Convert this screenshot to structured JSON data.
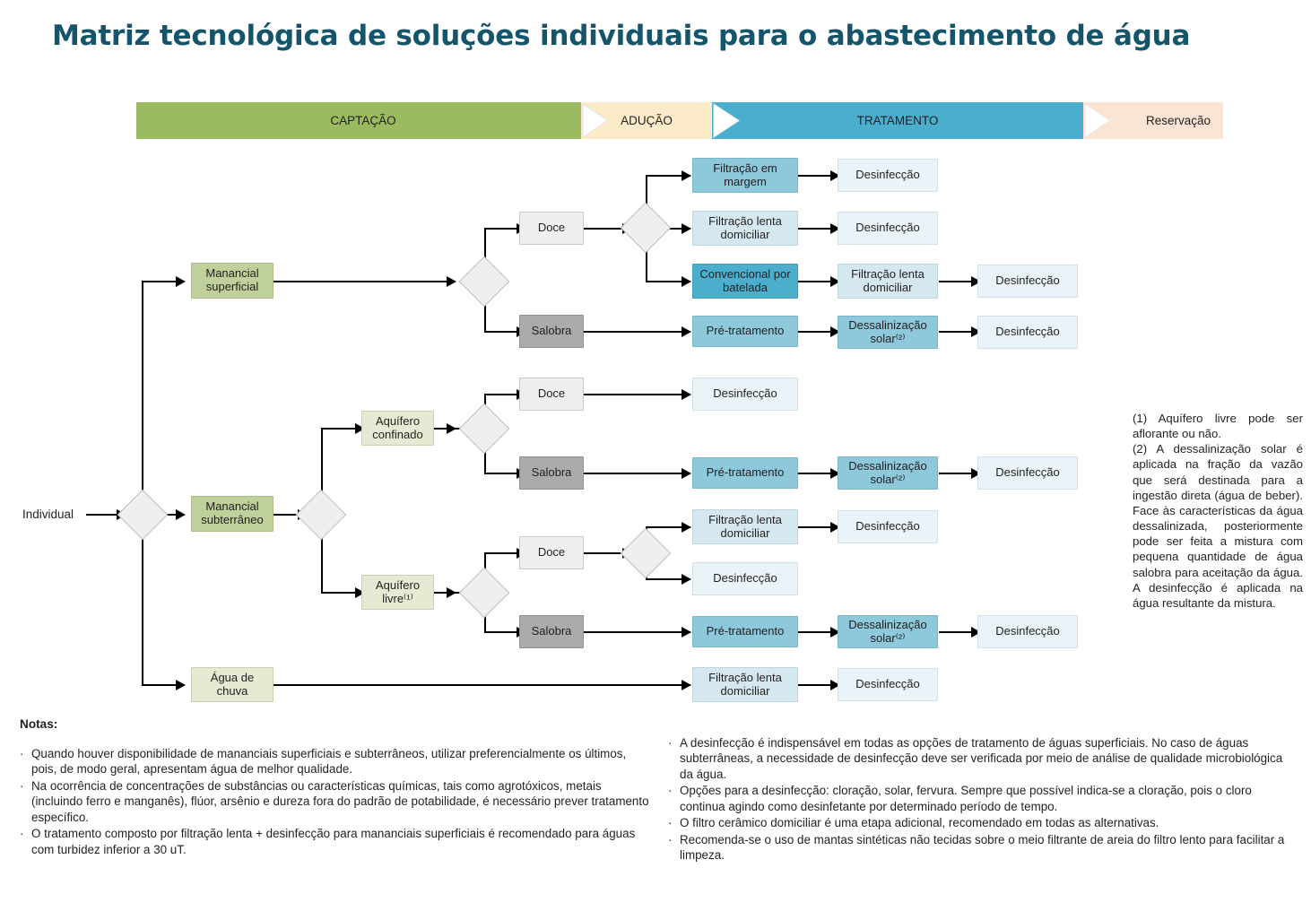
{
  "title": "Matriz tecnológica de soluções individuais para o abastecimento de água",
  "banner": {
    "segments": [
      {
        "id": "captacao",
        "label": "CAPTAÇÃO",
        "color": "#9ABB5F"
      },
      {
        "id": "aducao",
        "label": "ADUÇÃO",
        "color": "#FBEBC8"
      },
      {
        "id": "tratamento",
        "label": "TRATAMENTO",
        "color": "#4BAECD"
      },
      {
        "id": "reservacao",
        "label": "Reservação",
        "color": "#FBE4D4"
      }
    ]
  },
  "diagram": {
    "root_label": "Individual",
    "nodes": {
      "manancial_superficial": "Manancial superficial",
      "manancial_subterraneo": "Manancial subterrâneo",
      "agua_de_chuva": "Água de chuva",
      "aquifero_confinado": "Aquífero confinado",
      "aquifero_livre": "Aquífero livre⁽¹⁾",
      "doce": "Doce",
      "salobra": "Salobra",
      "filtracao_margem": "Filtração em margem",
      "filtracao_lenta": "Filtração lenta domiciliar",
      "convencional_batelada": "Convencional por batelada",
      "pre_tratamento": "Pré-tratamento",
      "dessalinizacao_solar": "Dessalinização solar⁽²⁾",
      "desinfeccao": "Desinfecção"
    },
    "labels": {
      "sup_doce": "Doce",
      "sup_salobra": "Salobra",
      "sup_filtracao_margem": "Filtração em margem",
      "sup_filtracao_lenta": "Filtração lenta domiciliar",
      "sup_convencional": "Convencional por batelada",
      "sup_pre_tratamento": "Pré-tratamento",
      "sup_des1": "Desinfecção",
      "sup_des2": "Desinfecção",
      "sup_flenta2": "Filtração lenta domiciliar",
      "sup_des3": "Desinfecção",
      "sup_dessal": "Dessalinização solar⁽²⁾",
      "sup_des4": "Desinfecção",
      "conf_doce": "Doce",
      "conf_des": "Desinfecção",
      "conf_salobra": "Salobra",
      "conf_pre": "Pré-tratamento",
      "conf_dessal": "Dessalinização solar⁽²⁾",
      "conf_des2": "Desinfecção",
      "livre_doce": "Doce",
      "livre_flenta": "Filtração lenta domiciliar",
      "livre_des1": "Desinfecção",
      "livre_des2": "Desinfecção",
      "livre_salobra": "Salobra",
      "livre_pre": "Pré-tratamento",
      "livre_dessal": "Dessalinização solar⁽²⁾",
      "livre_des3": "Desinfecção",
      "chuva_flenta": "Filtração lenta domiciliar",
      "chuva_des": "Desinfecção"
    },
    "colors": {
      "green_dark": "#BFD09A",
      "green_light": "#E4EBD2",
      "grey_light": "#EFEFEF",
      "grey_dark": "#ABABAB",
      "teal_mid": "#8DC8DB",
      "teal_dark": "#4BAECD",
      "blue_pale": "#D6E8EF",
      "blue_vpale": "#EAF4F8",
      "title": "#15556b"
    }
  },
  "side_notes": {
    "note1": "(1) Aquífero livre pode ser aflorante ou não.",
    "note2": "(2) A dessalinização solar é aplicada na fração da vazão que será destinada para a ingestão direta (água de beber). Face às características da água dessalinizada, posteriormente pode ser feita a mistura com pequena quantidade de água salobra para aceitação da água. A desinfecção é aplicada na água resultante da mistura."
  },
  "notes": {
    "heading": "Notas:",
    "bullet": "·",
    "left": [
      "Quando houver disponibilidade de mananciais superficiais e subterrâneos, utilizar preferencialmente os últimos, pois, de modo geral, apresentam água de melhor qualidade.",
      "Na ocorrência de concentrações de substâncias ou características químicas, tais como agrotóxicos, metais (incluindo ferro e manganês), flúor, arsênio e dureza fora do padrão de potabilidade, é necessário prever tratamento específico.",
      "O tratamento composto por filtração lenta + desinfecção para mananciais superficiais é recomendado para águas com turbidez inferior a 30 uT."
    ],
    "right": [
      "A desinfecção é indispensável em todas as opções de tratamento de águas superficiais. No caso de águas subterrâneas, a necessidade de desinfecção deve ser verificada por meio de análise de qualidade microbiológica da água.",
      "Opções para a desinfecção: cloração, solar, fervura. Sempre que possível indica-se a cloração, pois o cloro continua agindo como desinfetante por determinado período de tempo.",
      "O filtro cerâmico domiciliar é uma etapa adicional, recomendado em todas as alternativas.",
      "Recomenda-se o uso de mantas sintéticas não tecidas sobre o meio filtrante de areia do filtro lento para facilitar a limpeza."
    ]
  }
}
